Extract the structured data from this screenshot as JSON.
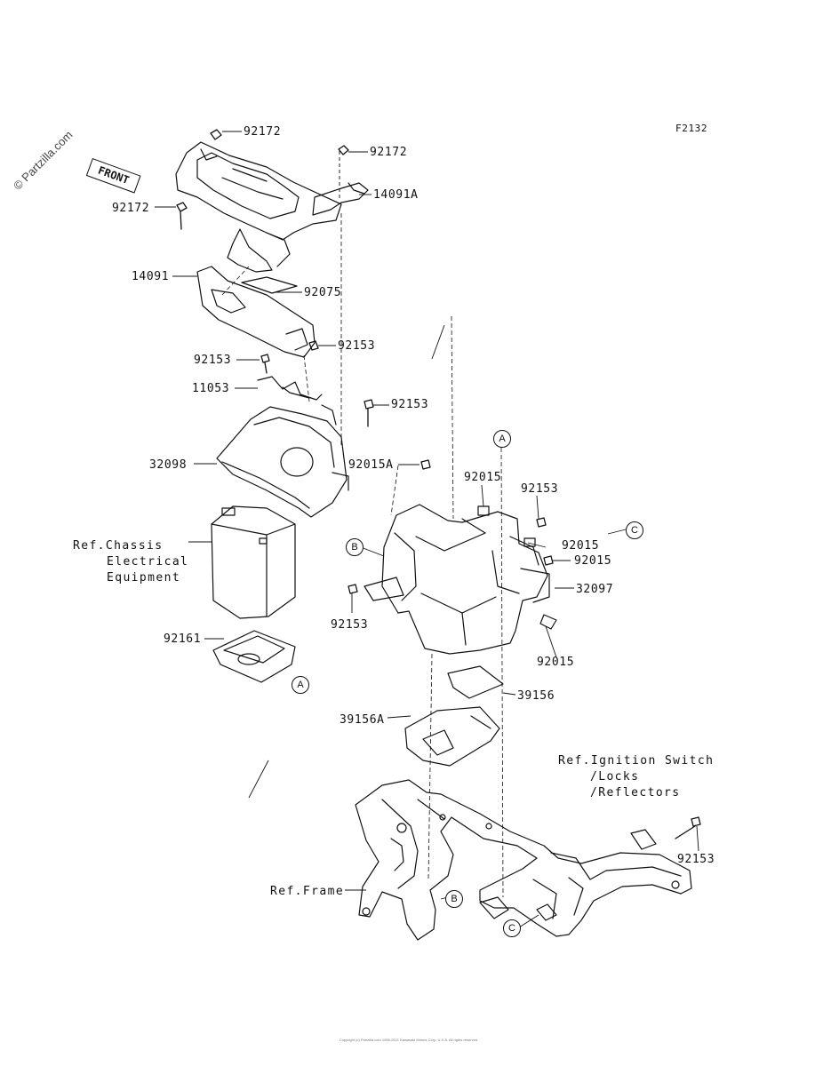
{
  "figure_id": "F2132",
  "watermark": "© Partzilla.com",
  "front_label": "FRONT",
  "part_labels": {
    "p92172_a": "92172",
    "p92172_b": "92172",
    "p92172_c": "92172",
    "p14091A": "14091A",
    "p14091": "14091",
    "p92075": "92075",
    "p92153_a": "92153",
    "p92153_b": "92153",
    "p11053": "11053",
    "p92153_c": "92153",
    "p32098": "32098",
    "p92015A": "92015A",
    "p92015_a": "92015",
    "p92153_d": "92153",
    "p92015_b": "92015",
    "p92015_c": "92015",
    "p32097": "32097",
    "p92153_e": "92153",
    "p92015_d": "92015",
    "p92161": "92161",
    "p39156": "39156",
    "p39156A": "39156A",
    "p92153_f": "92153"
  },
  "ref_labels": {
    "chassis_line1": "Ref.Chassis",
    "chassis_line2": "Electrical",
    "chassis_line3": "Equipment",
    "ignition_line1": "Ref.Ignition Switch",
    "ignition_line2": "/Locks",
    "ignition_line3": "/Reflectors",
    "frame": "Ref.Frame"
  },
  "callouts": {
    "a_top": "A",
    "a_bottom": "A",
    "b_left": "B",
    "b_frame": "B",
    "c_right": "C",
    "c_frame": "C"
  },
  "footer": "Copyright (c) Partzilla.com 1998-2021 Kawasaki Motors Corp. U.S.A. All rights reserved."
}
